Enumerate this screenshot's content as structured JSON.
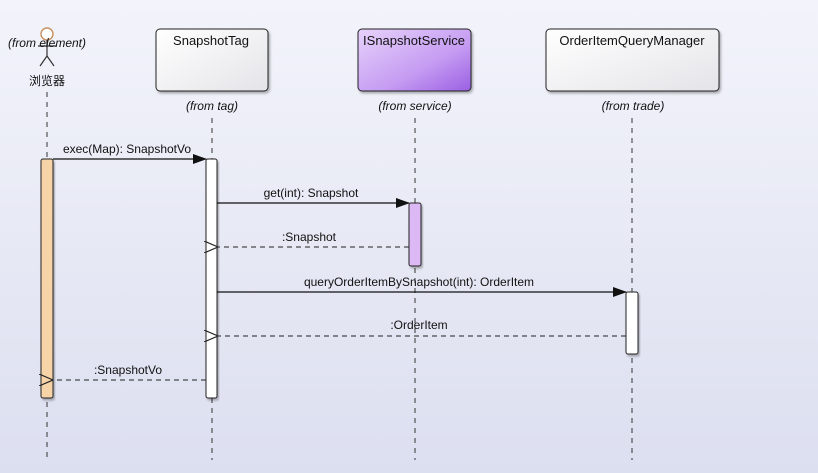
{
  "actor": {
    "stereotype": "(from element)",
    "name": "浏览器"
  },
  "lifelines": [
    {
      "title": "SnapshotTag",
      "from": "(from tag)"
    },
    {
      "title": "ISnapshotService",
      "from": "(from service)"
    },
    {
      "title": "OrderItemQueryManager",
      "from": "(from trade)"
    }
  ],
  "messages": [
    {
      "label": "exec(Map): SnapshotVo",
      "kind": "call"
    },
    {
      "label": "get(int): Snapshot",
      "kind": "call"
    },
    {
      "label": ":Snapshot",
      "kind": "return"
    },
    {
      "label": "queryOrderItemBySnapshot(int): OrderItem",
      "kind": "call"
    },
    {
      "label": ":OrderItem",
      "kind": "return"
    },
    {
      "label": ":SnapshotVo",
      "kind": "return"
    }
  ],
  "colors": {
    "actor_activation": "#f7d4a8",
    "service_header": "#b07ae8",
    "service_activation": "#dcb8f4",
    "box_fill": "#ffffff",
    "line": "#222222"
  }
}
